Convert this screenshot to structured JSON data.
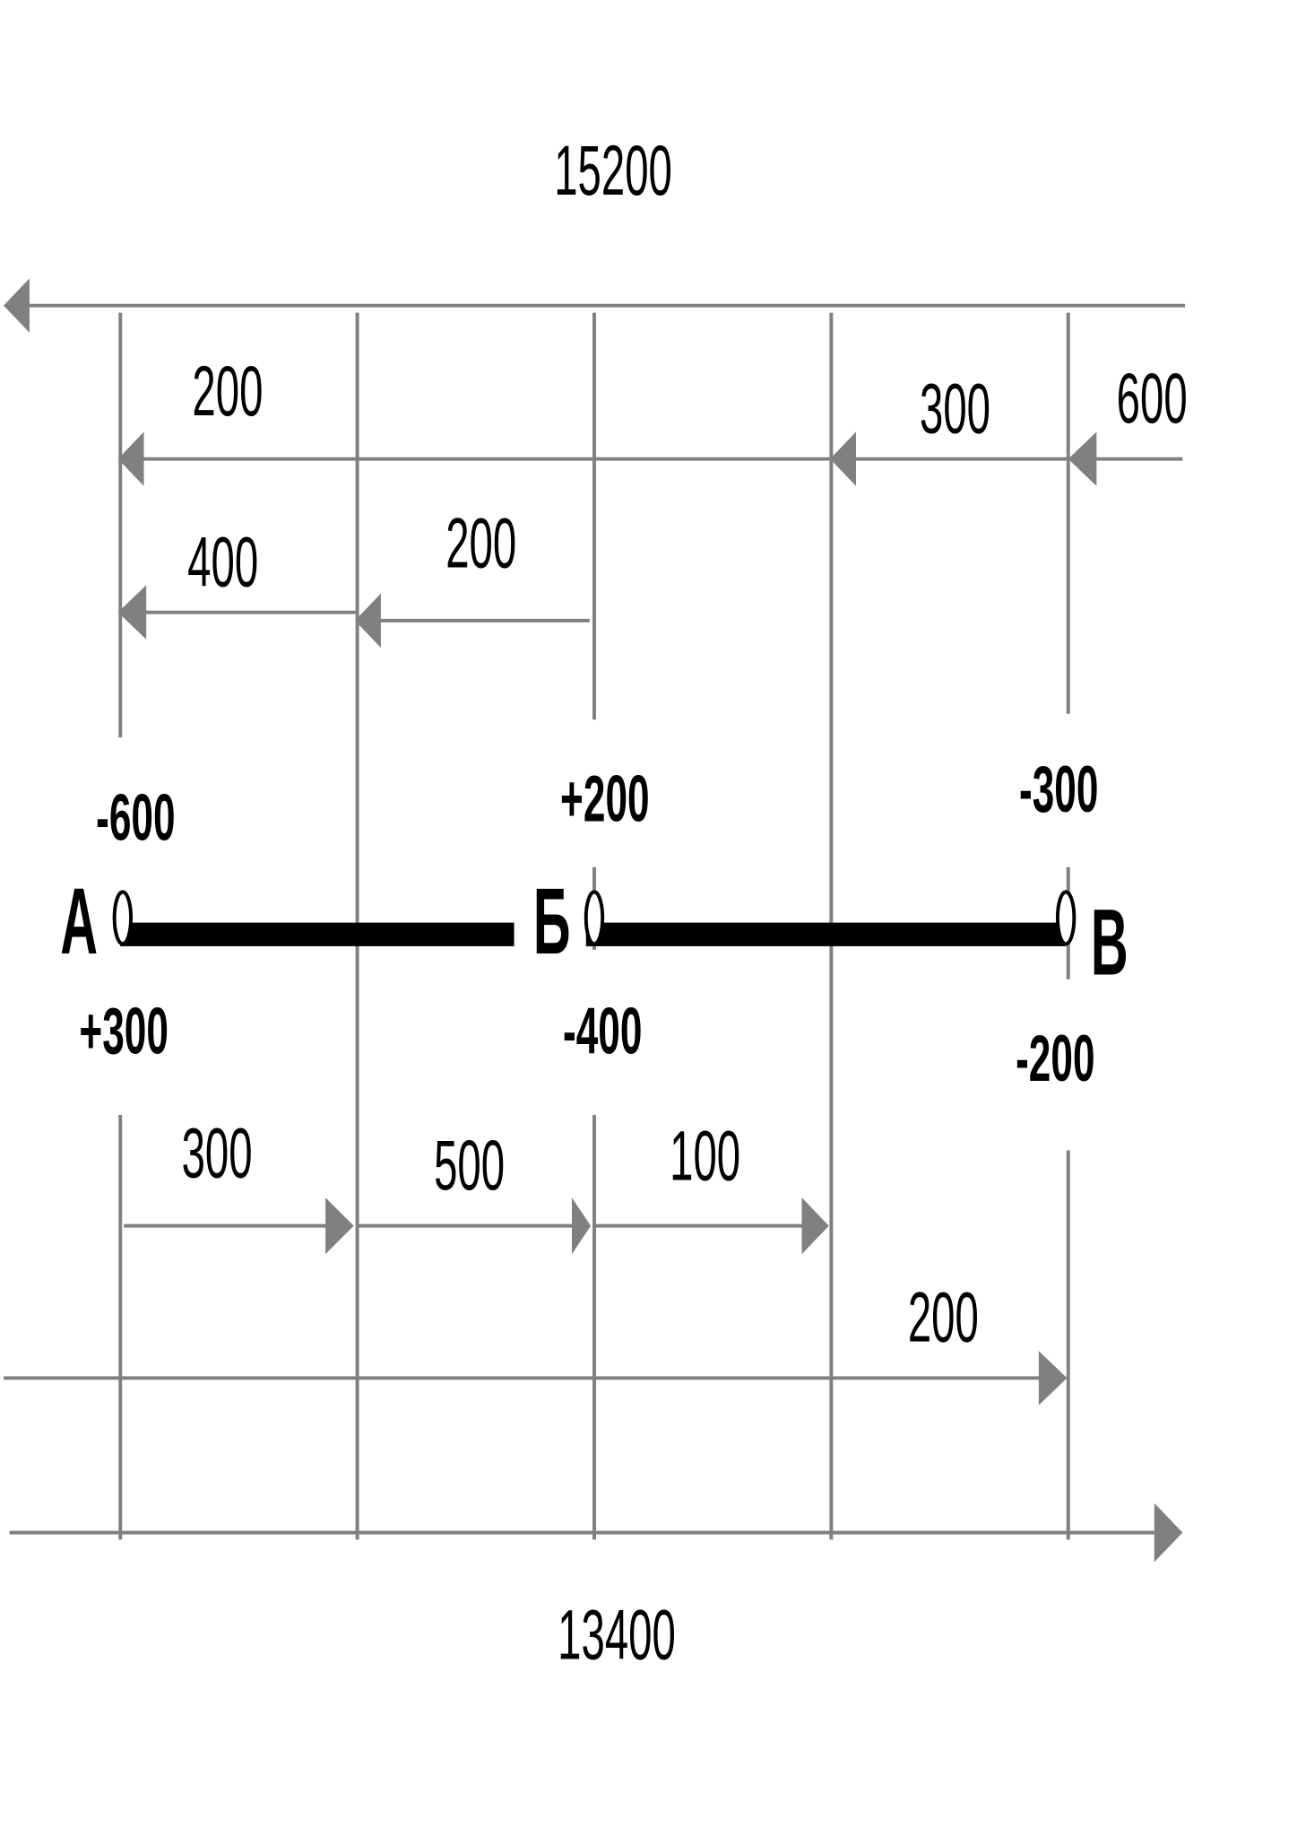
{
  "diagram": {
    "top_total": "15200",
    "bottom_total": "13400",
    "nodes": {
      "a": "А",
      "b": "Б",
      "v": "В"
    },
    "top_flows": {
      "f1": "200",
      "f2": "300",
      "f3": "600",
      "f4": "400",
      "f5": "200"
    },
    "bottom_flows": {
      "f1": "300",
      "f2": "500",
      "f3": "100",
      "f4": "200"
    },
    "node_values": {
      "a_top": "-600",
      "a_bottom": "+300",
      "b_top": "+200",
      "b_bottom": "-400",
      "v_top": "-300",
      "v_bottom": "-200"
    },
    "colors": {
      "lines": "#808080",
      "member": "#000000"
    }
  }
}
